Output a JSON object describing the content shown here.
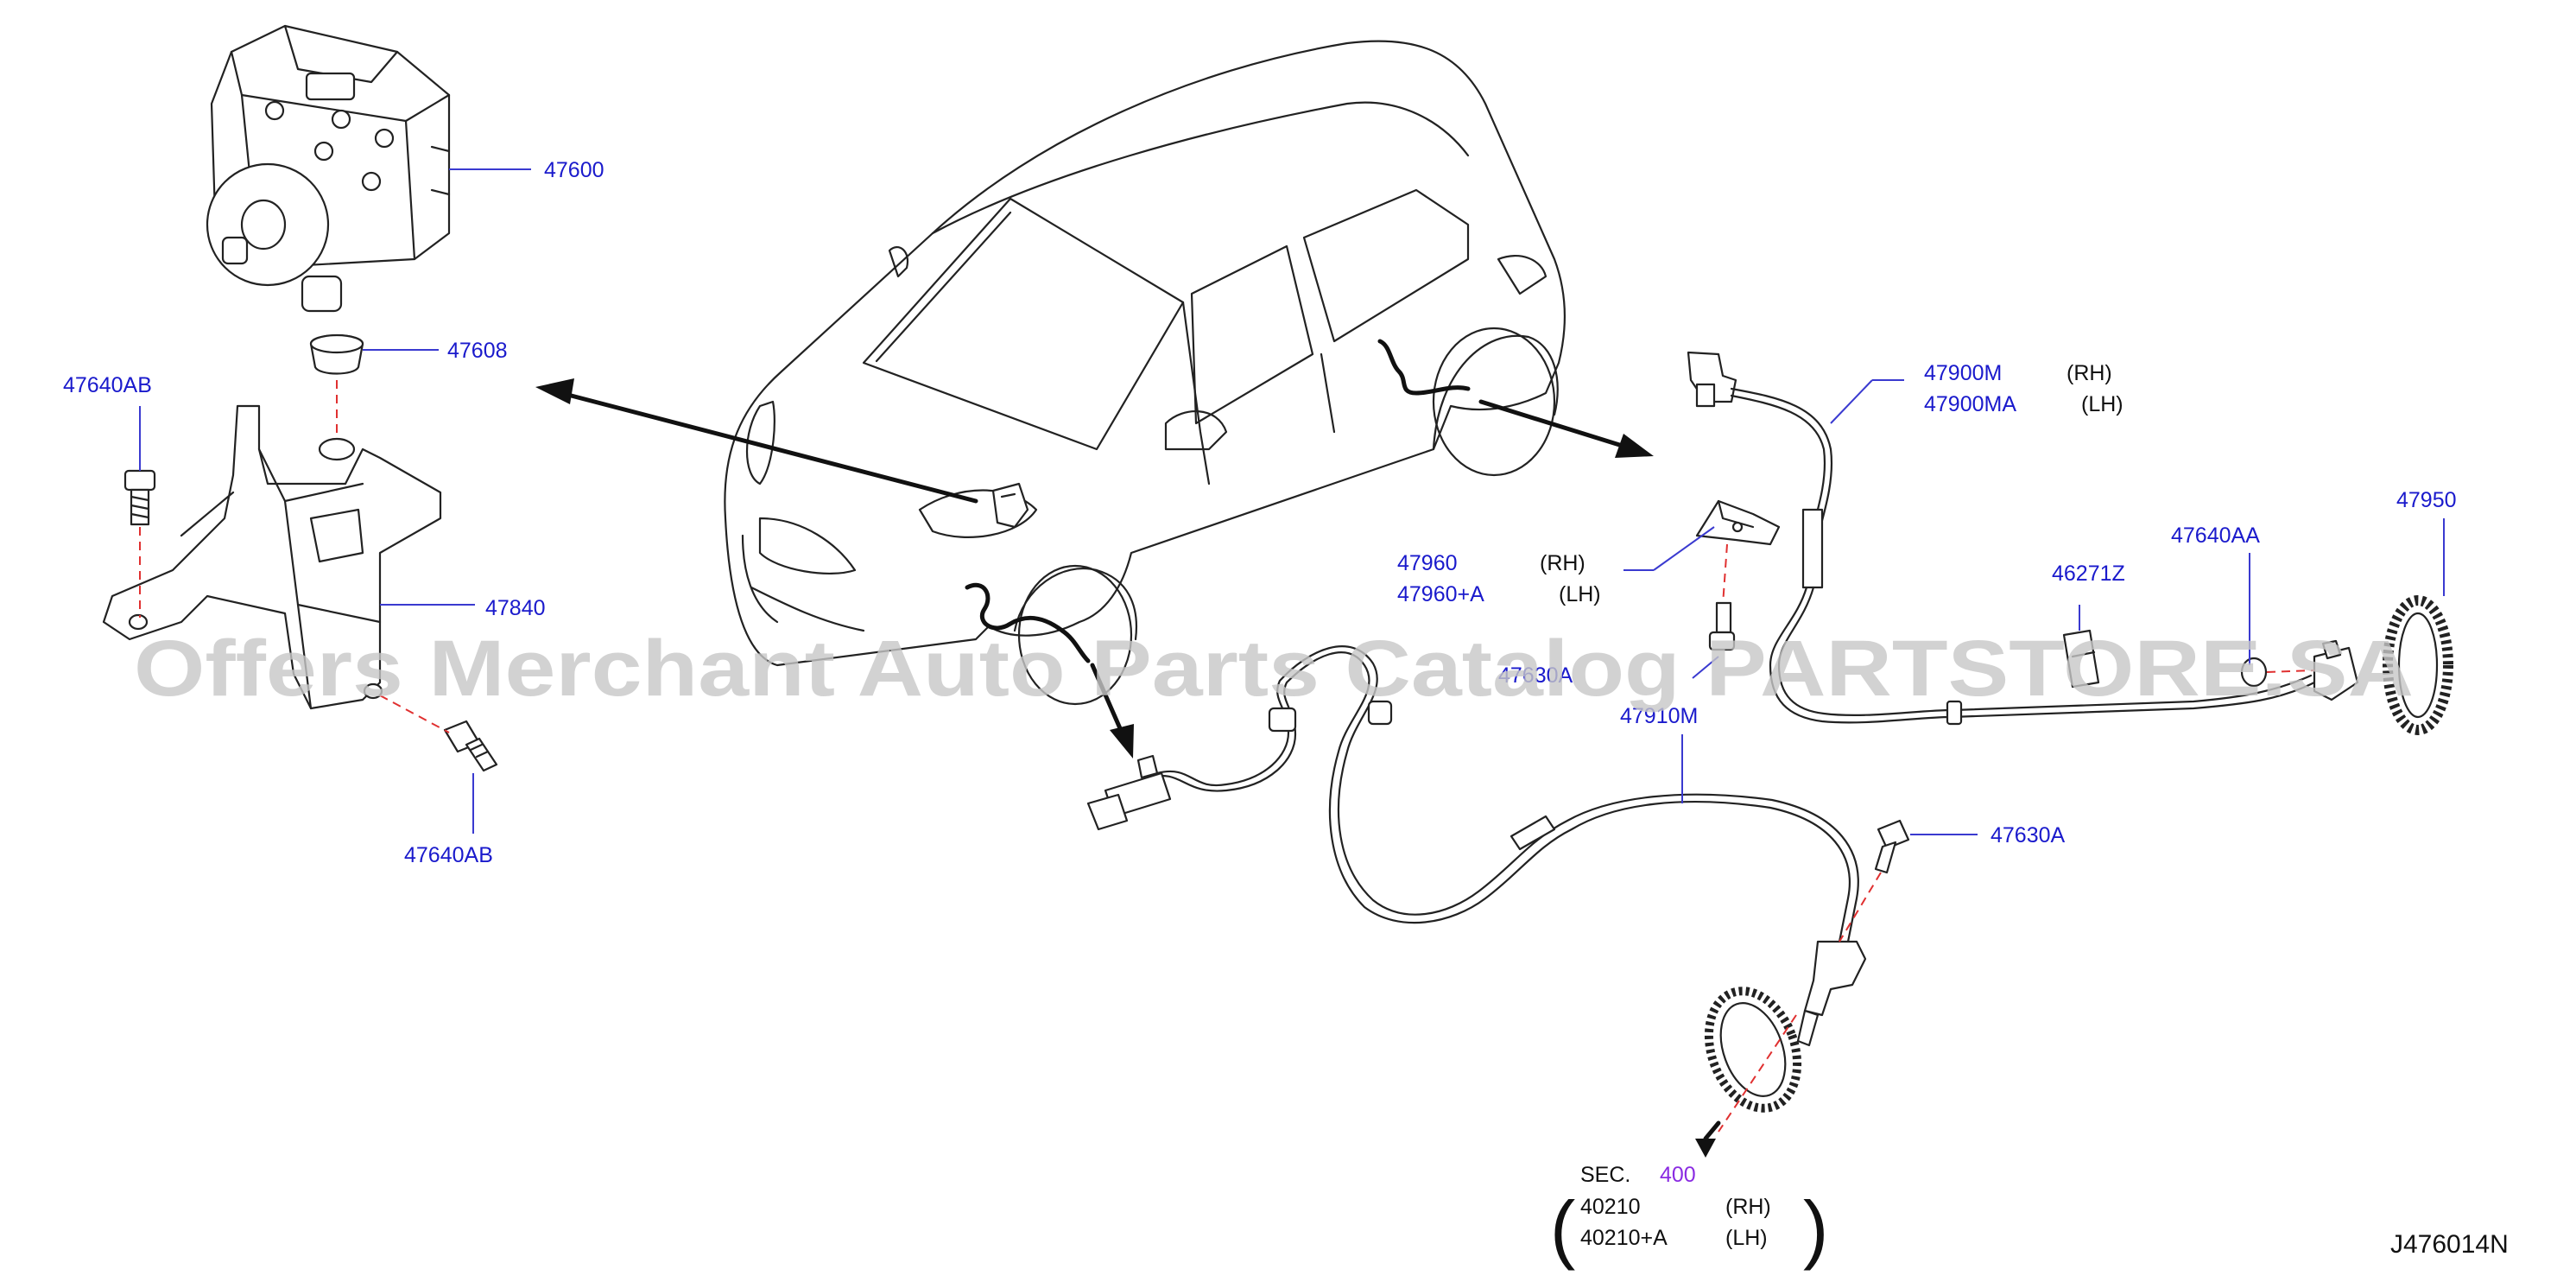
{
  "labels": {
    "p47600": "47600",
    "p47608": "47608",
    "p47640AB_top": "47640AB",
    "p47840": "47840",
    "p47640AB_bottom": "47640AB",
    "p47900M": "47900M",
    "p47900MA": "47900MA",
    "p47960": "47960",
    "p47960A": "47960+A",
    "p47630A_mid": "47630A",
    "p47910M": "47910M",
    "p46271Z": "46271Z",
    "p47640AA": "47640AA",
    "p47950": "47950",
    "p47630A": "47630A",
    "rh1": "(RH)",
    "lh1": "(LH)",
    "rh2": "(RH)",
    "lh2": "(LH)"
  },
  "section": {
    "prefix": "SEC.",
    "number": "400",
    "item1": "40210",
    "item1_side": "(RH)",
    "item2": "40210+A",
    "item2_side": "(LH)",
    "paren_open": "(",
    "paren_close": ")"
  },
  "diagram_code": "J476014N",
  "watermark": "Offers Merchant Auto Parts Catalog PARTSTORE.SA",
  "colors": {
    "part_number": "#1a1acc",
    "section_link": "#8a2be2",
    "guide_dash": "#e03030"
  }
}
